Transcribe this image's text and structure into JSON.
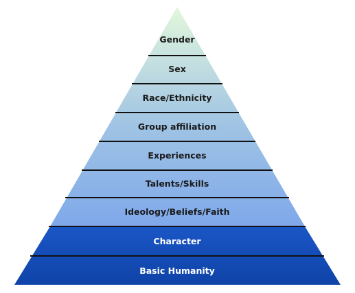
{
  "diagram": {
    "tiers": [
      {
        "label": "Gender",
        "text_color": "#1a1a1a"
      },
      {
        "label": "Sex",
        "text_color": "#1a1a1a"
      },
      {
        "label": "Race/Ethnicity",
        "text_color": "#1a1a1a"
      },
      {
        "label": "Group affiliation",
        "text_color": "#1a1a1a"
      },
      {
        "label": "Experiences",
        "text_color": "#1a1a1a"
      },
      {
        "label": "Talents/Skills",
        "text_color": "#1a1a1a"
      },
      {
        "label": "Ideology/Beliefs/Faith",
        "text_color": "#1a1a1a"
      },
      {
        "label": "Character",
        "text_color": "#ffffff"
      },
      {
        "label": "Basic Humanity",
        "text_color": "#ffffff"
      }
    ],
    "colors": {
      "top_fill": "#e3f7dc",
      "mid_fill": "#9fc3e4",
      "lower_fill": "#7fa8ea",
      "base_fill_top": "#1a56c6",
      "base_fill_bottom": "#0f43a8",
      "divider": "#111111"
    }
  }
}
